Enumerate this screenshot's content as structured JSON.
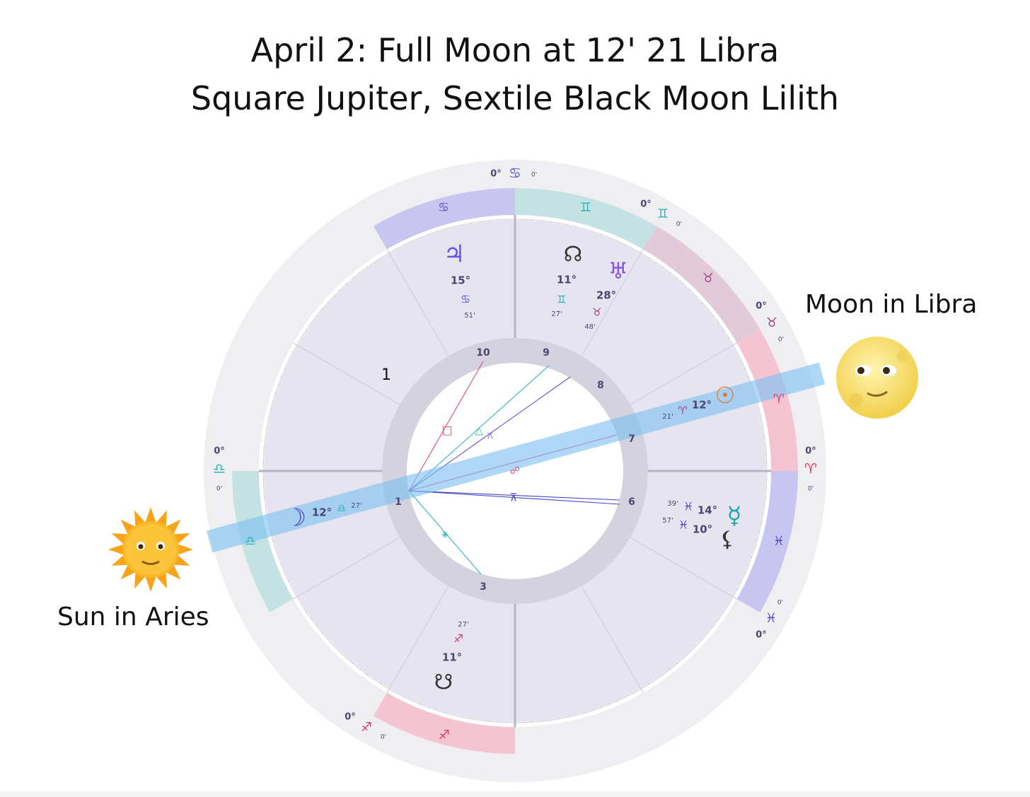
{
  "title": {
    "line1": "April 2: Full Moon at 12' 21 Libra",
    "line2": "Square Jupiter, Sextile Black Moon Lilith"
  },
  "labels": {
    "moon": "Moon in Libra",
    "sun": "Sun in Aries",
    "house_one_marker": "1"
  },
  "emoji": {
    "moon": "full-moon-face-icon",
    "sun": "sun-with-face-icon"
  },
  "colors": {
    "cancer": "#c8c6f0",
    "gemini": "#c5e2e3",
    "taurus": "#e2cad9",
    "aries": "#f5c4d3",
    "pisces": "#c8c6f0",
    "libra": "#c5e2e3",
    "sagittarius": "#f5c4d3",
    "highlight": "#7cc0f0"
  },
  "cusps": [
    {
      "deg": "0°",
      "min": "0'",
      "glyph": "♋"
    },
    {
      "deg": "0°",
      "min": "0'",
      "glyph": "♊"
    },
    {
      "deg": "0°",
      "min": "0'",
      "glyph": "♉"
    },
    {
      "deg": "0°",
      "min": "0'",
      "glyph": "♈"
    },
    {
      "deg": "0°",
      "min": "0'",
      "glyph": "♓"
    },
    {
      "deg": "0°",
      "min": "0'",
      "glyph": "♐"
    },
    {
      "deg": "0°",
      "min": "0'",
      "glyph": "♎"
    }
  ],
  "houses": [
    "10",
    "9",
    "8",
    "7",
    "6",
    "1",
    "3"
  ],
  "planets": {
    "jupiter": {
      "glyph": "♃",
      "deg": "15°",
      "sign": "♋",
      "min": "51'"
    },
    "node": {
      "glyph": "☊",
      "deg": "11°",
      "sign": "♊",
      "min": "27'"
    },
    "uranus": {
      "glyph": "♅",
      "deg": "28°",
      "sign": "♉",
      "min": "48'"
    },
    "sun": {
      "glyph": "☉",
      "deg": "12°",
      "sign": "♈",
      "min": "21'"
    },
    "mercury": {
      "glyph": "☿",
      "deg": "14°",
      "sign": "♓",
      "min": "39'"
    },
    "lilith": {
      "glyph": "⚸",
      "deg": "10°",
      "sign": "♓",
      "min": "57'"
    },
    "moon": {
      "glyph": "☽",
      "deg": "12°",
      "sign": "♎",
      "min": "27'"
    },
    "southnode": {
      "glyph": "☋",
      "deg": "11°",
      "sign": "♐",
      "min": "27'"
    }
  },
  "aspects": {
    "square": "□",
    "trine": "△",
    "quincunx": "⚻",
    "opposition": "☍",
    "sextile": "⚹",
    "conjunct": "⊼"
  }
}
